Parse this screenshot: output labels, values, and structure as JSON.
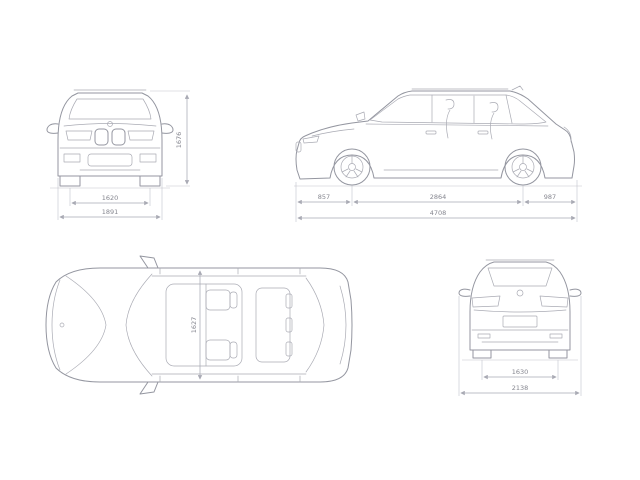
{
  "diagram": {
    "type": "vehicle-dimension-blueprint",
    "colors": {
      "background": "#ffffff",
      "car_outline": "#9496a0",
      "dimension_lines": "#a9aab4",
      "dimension_text": "#85868f"
    },
    "views": {
      "front": {
        "height": "1676",
        "track": "1620",
        "width": "1891"
      },
      "side": {
        "front_overhang": "857",
        "wheelbase": "2864",
        "rear_overhang": "987",
        "length": "4708"
      },
      "top": {
        "width": "1627"
      },
      "rear": {
        "track": "1630",
        "width_with_mirrors": "2138"
      }
    }
  }
}
